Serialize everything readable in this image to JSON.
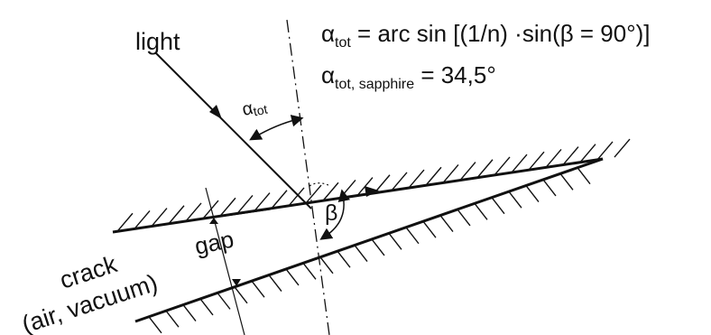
{
  "labels": {
    "light": "light",
    "alpha_tot_angle": "α",
    "alpha_tot_angle_sub": "tot",
    "beta_angle": "β",
    "gap": "gap",
    "crack_line1": "crack",
    "crack_line2": "(air, vacuum)"
  },
  "equations": {
    "eq1_alpha": "α",
    "eq1_sub": "tot",
    "eq1_rhs": " = arc sin [(1/n) ·sin(β = 90°)]",
    "eq2_alpha": "α",
    "eq2_sub": "tot, sapphire",
    "eq2_rhs": " = 34,5°"
  }
}
